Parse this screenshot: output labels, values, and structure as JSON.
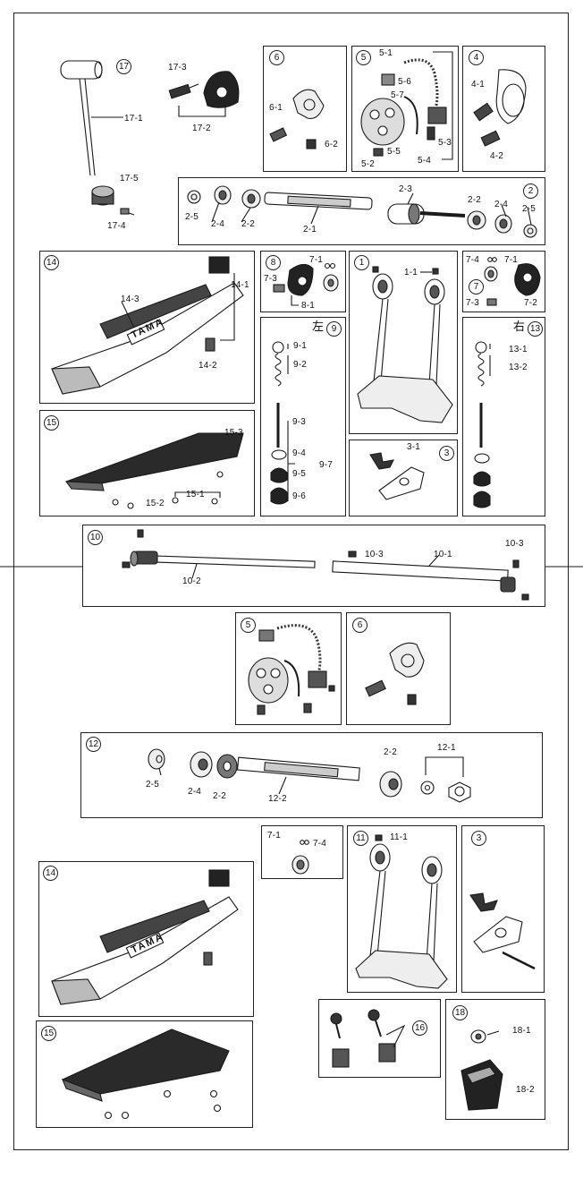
{
  "circled_numbers": {
    "n1": "1",
    "n2": "2",
    "n3": "3",
    "n4": "4",
    "n5": "5",
    "n6": "6",
    "n7": "7",
    "n8": "8",
    "n9": "9",
    "n10": "10",
    "n11": "11",
    "n12": "12",
    "n13": "13",
    "n14": "14",
    "n15": "15",
    "n16": "16",
    "n17": "17",
    "n18": "18"
  },
  "side_labels": {
    "left": "左",
    "right": "右"
  },
  "part_labels": {
    "p17_1": "17-1",
    "p17_2": "17-2",
    "p17_3": "17-3",
    "p17_4": "17-4",
    "p17_5": "17-5",
    "p6_1": "6-1",
    "p6_2": "6-2",
    "p5_1": "5-1",
    "p5_2": "5-2",
    "p5_3": "5-3",
    "p5_4": "5-4",
    "p5_5": "5-5",
    "p5_6": "5-6",
    "p5_7": "5-7",
    "p4_1": "4-1",
    "p4_2": "4-2",
    "p2_1": "2-1",
    "p2_2": "2-2",
    "p2_3": "2-3",
    "p2_4": "2-4",
    "p2_5": "2-5",
    "p14_1": "14-1",
    "p14_2": "14-2",
    "p14_3": "14-3",
    "p8_1": "8-1",
    "p7_1": "7-1",
    "p7_2": "7-2",
    "p7_3": "7-3",
    "p7_4": "7-4",
    "p1_1": "1-1",
    "p9_1": "9-1",
    "p9_2": "9-2",
    "p9_3": "9-3",
    "p9_4": "9-4",
    "p9_5": "9-5",
    "p9_6": "9-6",
    "p9_7": "9-7",
    "p13_1": "13-1",
    "p13_2": "13-2",
    "p15_1": "15-1",
    "p15_2": "15-2",
    "p15_3": "15-3",
    "p3_1": "3-1",
    "p10_1": "10-1",
    "p10_2": "10-2",
    "p10_3": "10-3",
    "p12_1": "12-1",
    "p12_2": "12-2",
    "p11_1": "11-1",
    "p18_1": "18-1",
    "p18_2": "18-2"
  },
  "footplate_brand": "TAMA"
}
